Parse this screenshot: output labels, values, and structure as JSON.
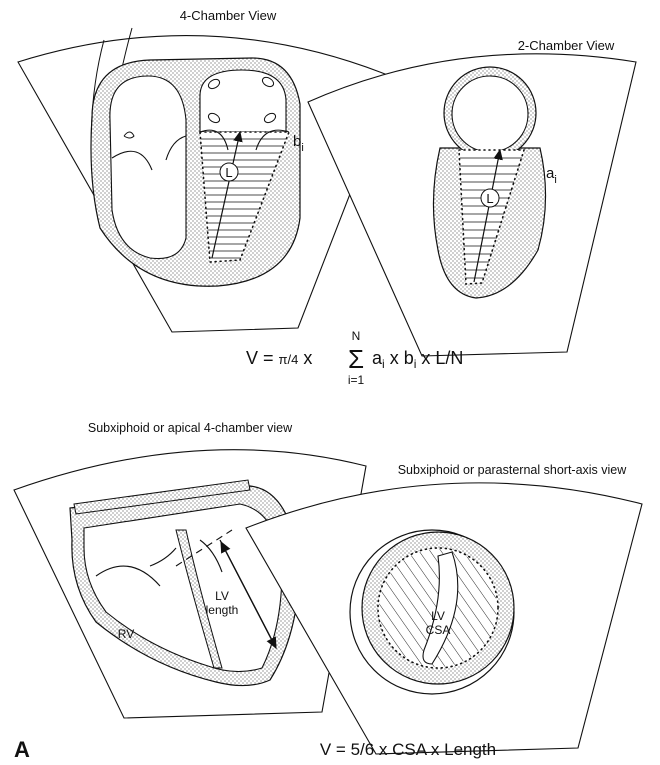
{
  "top": {
    "four_chamber_title": "4-Chamber View",
    "two_chamber_title": "2-Chamber View",
    "b_label": "b",
    "b_sub": "i",
    "a_label": "a",
    "a_sub": "i",
    "length_marker": "L",
    "formula": {
      "lhs": "V = ",
      "pi4": "π/4",
      "x1": " x ",
      "sigma": "Σ",
      "upper": "N",
      "lower": "i=1",
      "a": "a",
      "a_sub": "i",
      "x2": " x b",
      "b_sub": "i",
      "rest": " x L/N"
    }
  },
  "bottom": {
    "apical_title": "Subxiphoid or apical 4-chamber view",
    "short_axis_title": "Subxiphoid or parasternal short-axis view",
    "lv_length_line1": "LV",
    "lv_length_line2": "length",
    "rv_label": "RV",
    "lv_csa_line1": "LV",
    "lv_csa_line2": "CSA",
    "panel_letter": "A",
    "formula": "V = 5/6 x CSA x Length"
  },
  "colors": {
    "ink": "#111111",
    "stipple": "#6e6e6e",
    "background": "#ffffff"
  }
}
